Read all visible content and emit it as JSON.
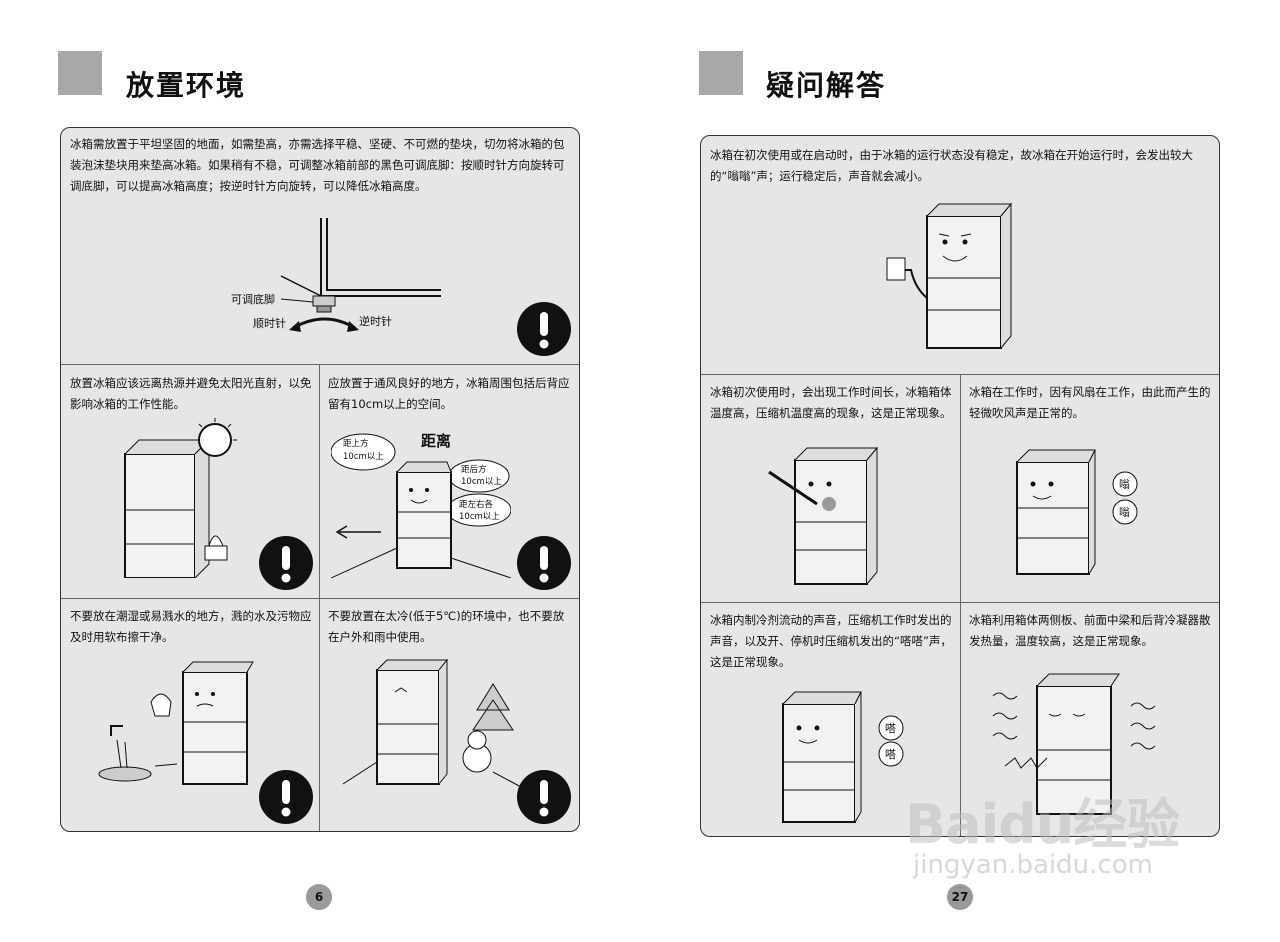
{
  "left_page": {
    "title": "放置环境",
    "page_number": "6",
    "sections": {
      "base": {
        "text": "冰箱需放置于平坦坚固的地面，如需垫高，亦需选择平稳、坚硬、不可燃的垫块，切勿将冰箱的包装泡沫垫块用来垫高冰箱。如果稍有不稳，可调整冰箱前部的黑色可调底脚：按顺时针方向旋转可调底脚，可以提高冰箱高度；按逆时针方向旋转，可以降低冰箱高度。",
        "label_foot": "可调底脚",
        "label_cw": "顺时针",
        "label_ccw": "逆时针"
      },
      "heat": {
        "text": "放置冰箱应该远离热源并避免太阳光直射，以免影响冰箱的工作性能。"
      },
      "ventilation": {
        "text": "应放置于通风良好的地方，冰箱周围包括后背应留有10cm以上的空间。",
        "label_distance": "距离",
        "label_top_1": "距上方",
        "label_top_2": "10cm以上",
        "label_back_1": "距后方",
        "label_back_2": "10cm以上",
        "label_side_1": "距左右各",
        "label_side_2": "10cm以上"
      },
      "humidity": {
        "text": "不要放在潮湿或易溅水的地方，溅的水及污物应及时用软布擦干净。"
      },
      "cold": {
        "text": "不要放置在太冷(低于5℃)的环境中，也不要放在户外和雨中使用。"
      }
    }
  },
  "right_page": {
    "title": "疑问解答",
    "page_number": "27",
    "sections": {
      "startup": {
        "text": "冰箱在初次使用或在启动时，由于冰箱的运行状态没有稳定，故冰箱在开始运行时，会发出较大的“嗡嗡”声；运行稳定后，声音就会减小。"
      },
      "first_use": {
        "text": "冰箱初次使用时，会出现工作时间长，冰箱箱体温度高，压缩机温度高的现象，这是正常现象。"
      },
      "fan": {
        "text": "冰箱在工作时，因有风扇在工作，由此而产生的轻微吹风声是正常的。",
        "sound_1": "嗡",
        "sound_2": "嗡"
      },
      "refrigerant": {
        "text": "冰箱内制冷剂流动的声音，压缩机工作时发出的声音，以及开、停机时压缩机发出的“嗒嗒”声，这是正常现象。",
        "sound_1": "嗒",
        "sound_2": "嗒"
      },
      "heat_dissipation": {
        "text": "冰箱利用箱体两侧板、前面中梁和后背冷凝器散发热量，温度较高，这是正常现象。"
      }
    }
  },
  "watermark": {
    "brand": "Baidu经验",
    "url": "jingyan.baidu.com"
  },
  "colors": {
    "panel_bg": "#e6e6e6",
    "header_block": "#a8a8a8",
    "page_num_bg": "#9a9a9a"
  }
}
